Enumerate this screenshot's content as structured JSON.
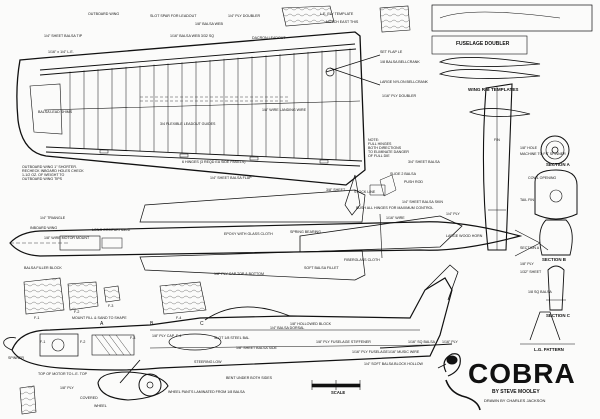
{
  "title": {
    "brand": "COBRA",
    "by_line": "BY STEVE MOOLEY",
    "drawn_by": "DRAWN BY CHARLES JACKSON"
  },
  "headings": {
    "fuselage_doubler": "FUSELAGE DOUBLER",
    "wing_rib_templates": "WING RIB TEMPLATES",
    "section_a": "SECTION A",
    "section_b": "SECTION B",
    "section_c": "SECTION C",
    "lg_pattern": "L.G. PATTERN",
    "scale": "SCALE"
  },
  "notes": {
    "outboard_wing": "OUTBOARD WING 1\" SHORTER.\nRECHECK INBOARD HOLES CHECK\n1-1/2 OZ. OF WEIGHT TO\nOUTBOARD WING TIPS",
    "hinges_note": "NOTE:\nFULL HINGES\nBOTH DIRECTIONS\nTO ELIMINATE DANGER\nOF FULL DIE"
  },
  "labels": {
    "l1": "OUTBOARD WING",
    "l2": "SLOT SPAR FOR LEADOUT",
    "l3": "1/8\" BALSA WEB",
    "l4": "1/4\" PLY DOUBLER",
    "l5": "L.E. FLY TEMPLATE",
    "l6": "NOTCH EAST THIS",
    "l7": "1/4\" SHEET BALSA TIP",
    "l8": "1/16\" x 1/4\" L.E.",
    "l9": "1/16\" BALSA WEB 3/32 SQ",
    "l10": "DACRON LEADOUT",
    "l11": "1/8\" WIRE LANDING WIRE",
    "l12": "SET FLAP LE",
    "l13": "1/8 BALSA BELLCRANK",
    "l14": "LARGE NYLON BELLCRANK",
    "l15": "1/16\" PLY DOUBLER",
    "l16": "BALSA LEAD SHIMS",
    "l17": "3/4 FLEXIBLE LEADOUT GUIDES",
    "l18": "6 HINGES (3 REQD EA SIDE PANELS)",
    "l19": "1/4\" SHEET BALSA FLAP",
    "l20": "3/4\" SHEET BALSA",
    "l21": "STOCK LINE",
    "l22": "1/4\" SHEET BALSA SKIN",
    "l23": "3/8\" SHEET",
    "l24": "SLIDE 2 BALSA",
    "l25": "PUSH ROD",
    "l26": "INBOARD WING",
    "l27": "BUSH ALL HINGES FOR MAXIMUM CONTROL",
    "l28": "1/16\" WIRE",
    "l29": "1/4\" TRIANGLE",
    "l30": "1/8\" WIRE MOTOR MOUNT",
    "l31": "LONG COMPARTMENT",
    "l32": "EPOXY WITH GLASS CLOTH",
    "l33": "SPRING BEARING",
    "l34": "FIBERGLASS CLOTH",
    "l35": "SOFT BALSA FILLET",
    "l36": "1/8\" PLY CAP TOP & BOTTOM",
    "l37": "BALSA FILLER BLOCK",
    "l38": "1/4\" BALSA DORSAL",
    "l39": "LARGE WOOD HORN",
    "l40": "1/4\" PLY",
    "l41": "MOUNT FILL & SAND TO SHAPE",
    "l42": "1/8\" PLY CAP",
    "l43": "1/8\" SHEET BALSA SIDE",
    "l44": "STEERING LOW",
    "l45": "SLOT 1/8 STEEL BAL",
    "l46": "1/8\" HOLLOWED BLOCK",
    "l47": "1/8\" PLY FUSELAGE STIFFENER",
    "l48": "1/4\" SOFT BALSA BLOCK HOLLOW",
    "l49": "1/16\" PLY FUSELAGE",
    "l50": "1/16\" MUSIC WIRE",
    "l51": "BENT UNDER BOTH SIDES",
    "l52": "WHEEL PANTS LAMINATED FROM 1/8 BALSA",
    "l53": "1/16\" SQ BALSA",
    "l54": "1/16\" PLY",
    "l55": "SPINNER",
    "l56": "TOP OF MOTOR TO L.E. TOP",
    "l57": "1/8\" PLY",
    "l58": "COVERED",
    "l59": "WHEEL",
    "l60": "1/8\" PLY",
    "l61": "1/32\" SHEET",
    "l62": "COWL OPENING",
    "l63": "1/8\" HOLE",
    "l64": "MACHINE TO FIT SPINNER",
    "l65": "TAIL FIN",
    "l66": "SECTION A",
    "l67": "1/8 SQ BALSA",
    "l68": "FIN"
  },
  "part_tags": {
    "f1": "F-1",
    "f2": "F-2",
    "f3": "F-3",
    "f4": "F-4",
    "r1": "F-1",
    "r2": "F-2",
    "r3": "F-3",
    "r4": "F-4",
    "a": "A",
    "b": "B",
    "c": "C"
  },
  "colors": {
    "ink": "#111111",
    "paper": "#fbfbfa",
    "wood": "#c9c9c2"
  }
}
